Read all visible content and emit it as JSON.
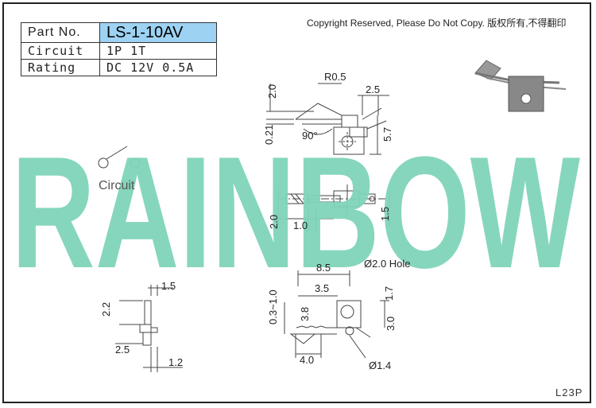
{
  "spec_table": {
    "part_no_label": "Part No.",
    "part_no_value": "LS-1-10AV",
    "circuit_label": "Circuit",
    "circuit_value": "1P 1T",
    "rating_label": "Rating",
    "rating_value": "DC 12V 0.5A"
  },
  "copyright": "Copyright Reserved, Please Do Not Copy. 版权所有,不得翻印",
  "watermark": "RAINBOW",
  "watermark_color": "#7fd4b9",
  "circuit_symbol_label": "Circuit",
  "drawing_code": "L23P",
  "dimensions": {
    "r05": "R0.5",
    "d20_top": "2.0",
    "d25_top": "2.5",
    "d021": "0.21",
    "angle": "90°",
    "d57": "5.7",
    "d20_mid": "2.0",
    "d10": "1.0",
    "d15_mid": "1.5",
    "d85": "8.5",
    "hole": "Ø2.0 Hole",
    "d35": "3.5",
    "d17": "1.7",
    "d0310": "0.3~1.0",
    "d38": "3.8",
    "d30": "3.0",
    "d40": "4.0",
    "d014": "Ø1.4",
    "d15_side": "1.5",
    "d22": "2.2",
    "d25_side": "2.5",
    "d12": "1.2"
  }
}
